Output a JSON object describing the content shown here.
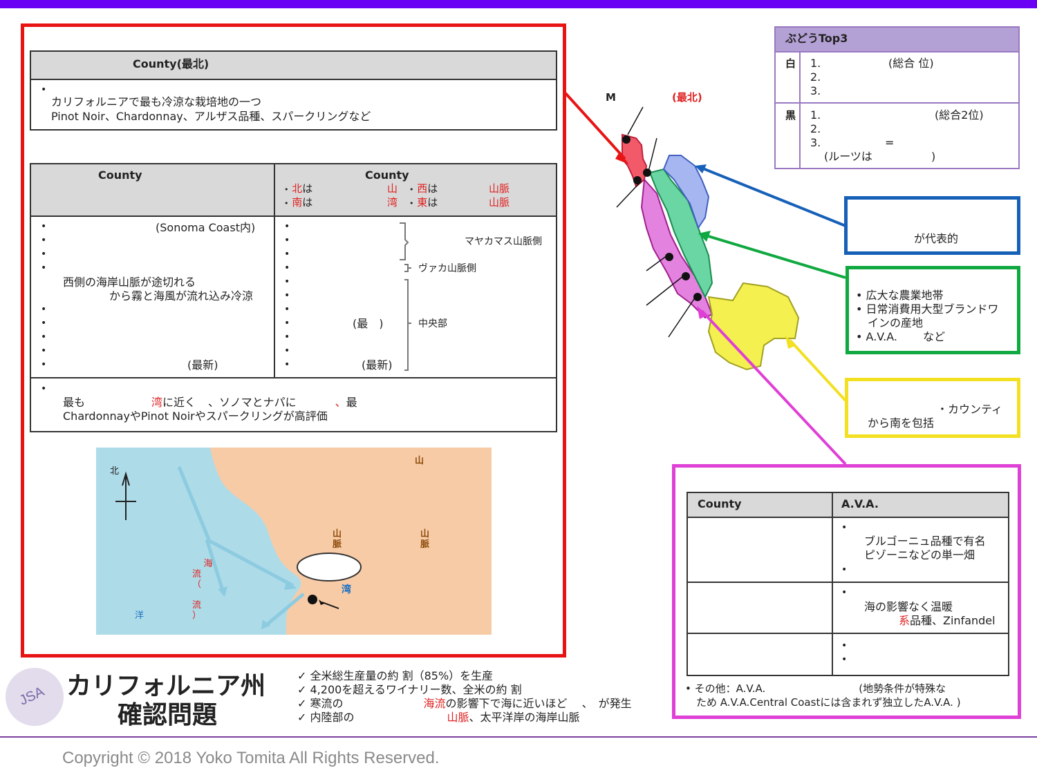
{
  "colors": {
    "top_bar": "#6a00f4",
    "red_frame": "#e81414",
    "blue_frame": "#1660b8",
    "green_frame": "#10a840",
    "yellow_frame": "#f2e021",
    "pink_frame": "#df40d6",
    "purple_frame": "#9a78c2"
  },
  "north_table": {
    "title": "County(最北)",
    "bullet": "•",
    "line1": "カリフォルニアで最も冷涼な栽培地の一つ",
    "line2": "Pinot Noir、Chardonnay、アルザス品種、スパークリングなど"
  },
  "county_table": {
    "left_header": "County",
    "right_header": "County",
    "right_sub": {
      "r1a_red": "北",
      "r1a_black": "は",
      "r1b_red": "山",
      "r1c_red": "西",
      "r1c_black": "は",
      "r1d_red": "山脈",
      "r2a_red": "南",
      "r2a_black": "は",
      "r2b_red": "湾",
      "r2c_red": "東",
      "r2c_black": "は",
      "r2d_red": "山脈"
    },
    "left_rows": {
      "sonoma_coast": "(Sonoma Coast内)",
      "gap_line1": "西側の海岸山脈が途切れる",
      "gap_line2": "から霧と海風が流れ込み冷涼",
      "newest": "(最新)"
    },
    "right_rows": {
      "mayacamas": "マヤカマス山脈側",
      "vaca": "ヴァカ山脈側",
      "central": "中央部",
      "most": "(最　)",
      "newest": "(最新)"
    },
    "bottom": {
      "bullet": "•",
      "a": "最も",
      "b_red": "湾",
      "c": "に近く",
      "d": "、ソノマとナパに",
      "e_red": "、",
      "f": "最",
      "line2": "ChardonnayやPinot Noirやスパークリングが高評価"
    }
  },
  "mini_map": {
    "north": "北",
    "mountain_top": "山",
    "mountain_a": "山\n脈",
    "mountain_b": "山\n脈",
    "current": "海\n流\n（\n　\n流\n）",
    "bay": "湾",
    "ocean": "洋"
  },
  "top3": {
    "title": "ぶどうTop3",
    "white_label": "白",
    "white_1": "1.",
    "white_1_note": "(総合  位)",
    "white_2": "2.",
    "white_3": "3.",
    "red_label": "黒",
    "red_1": "1.",
    "red_1_note": "(総合2位)",
    "red_2": "2.",
    "red_3": "3.",
    "red_3_eq": "=",
    "red_roots": "(ルーツは　　　　　 )"
  },
  "map_labels": {
    "m": "M",
    "north_red": "(最北)"
  },
  "blue_box": {
    "text": "が代表的"
  },
  "green_box": {
    "items": [
      "広大な農業地帯",
      "日常消費用大型ブランドワ",
      "インの産地",
      "A.V.A.　　 など"
    ]
  },
  "yellow_box": {
    "line1": "・カウンティ",
    "line2": "から南を包括"
  },
  "pink_box": {
    "col1": "County",
    "col2": "A.V.A.",
    "row1_line1": "ブルゴーニュ品種で有名",
    "row1_line2": "ピゾーニなどの単一畑",
    "row2_line1": "海の影響なく温暖",
    "row2_red": "系",
    "row2_line2": "品種、Zinfandel",
    "note_line1": "• その他：A.V.A.　　　　　　　　　(地勢条件が特殊な",
    "note_line2": "ため A.V.A.Central Coastには含まれず独立したA.V.A. )"
  },
  "footer": {
    "logo": "JSA",
    "title1": "カリフォルニア州",
    "title2": "確認問題",
    "check1": "全米総生産量の約  割（85%）を生産",
    "check2": "4,200を超えるワイナリー数、全米の約  割",
    "check3a": "寒流の",
    "check3_red": "海流",
    "check3b": "の影響下で海に近いほど　 、　が発生",
    "check4a": "内陸部の",
    "check4_red": "山脈",
    "check4b": "、太平洋岸の海岸山脈",
    "copyright": "Copyright © 2018 Yoko Tomita All Rights Reserved."
  }
}
